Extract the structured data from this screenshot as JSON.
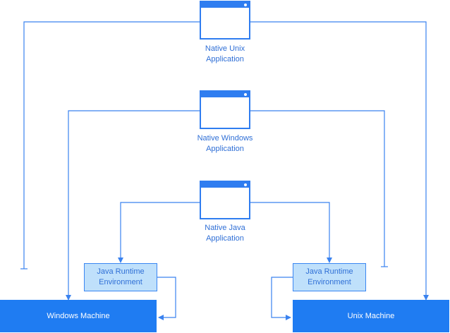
{
  "nodes": {
    "native_unix": {
      "line1": "Native Unix",
      "line2": "Application",
      "icon": "application-window-icon"
    },
    "native_windows": {
      "line1": "Native Windows",
      "line2": "Application",
      "icon": "application-window-icon"
    },
    "native_java": {
      "line1": "Native Java",
      "line2": "Application",
      "icon": "application-window-icon"
    },
    "jre_left": {
      "line1": "Java Runtime",
      "line2": "Environment"
    },
    "jre_right": {
      "line1": "Java Runtime",
      "line2": "Environment"
    },
    "windows_machine": {
      "label": "Windows Machine"
    },
    "unix_machine": {
      "label": "Unix Machine"
    }
  },
  "edges": [
    {
      "from": "native_unix",
      "to": "windows_machine",
      "style": "blocked"
    },
    {
      "from": "native_unix",
      "to": "unix_machine",
      "style": "arrow"
    },
    {
      "from": "native_windows",
      "to": "windows_machine",
      "style": "arrow"
    },
    {
      "from": "native_windows",
      "to": "unix_machine",
      "style": "blocked"
    },
    {
      "from": "native_java",
      "to": "jre_left",
      "style": "arrow"
    },
    {
      "from": "native_java",
      "to": "jre_right",
      "style": "arrow"
    },
    {
      "from": "jre_left",
      "to": "windows_machine",
      "style": "arrow"
    },
    {
      "from": "jre_right",
      "to": "unix_machine",
      "style": "arrow"
    }
  ],
  "colors": {
    "line": "#3a82ef",
    "machine_fill": "#1f7cf2",
    "jre_fill": "#bfe0fb",
    "label_text": "#2f6fd6"
  }
}
